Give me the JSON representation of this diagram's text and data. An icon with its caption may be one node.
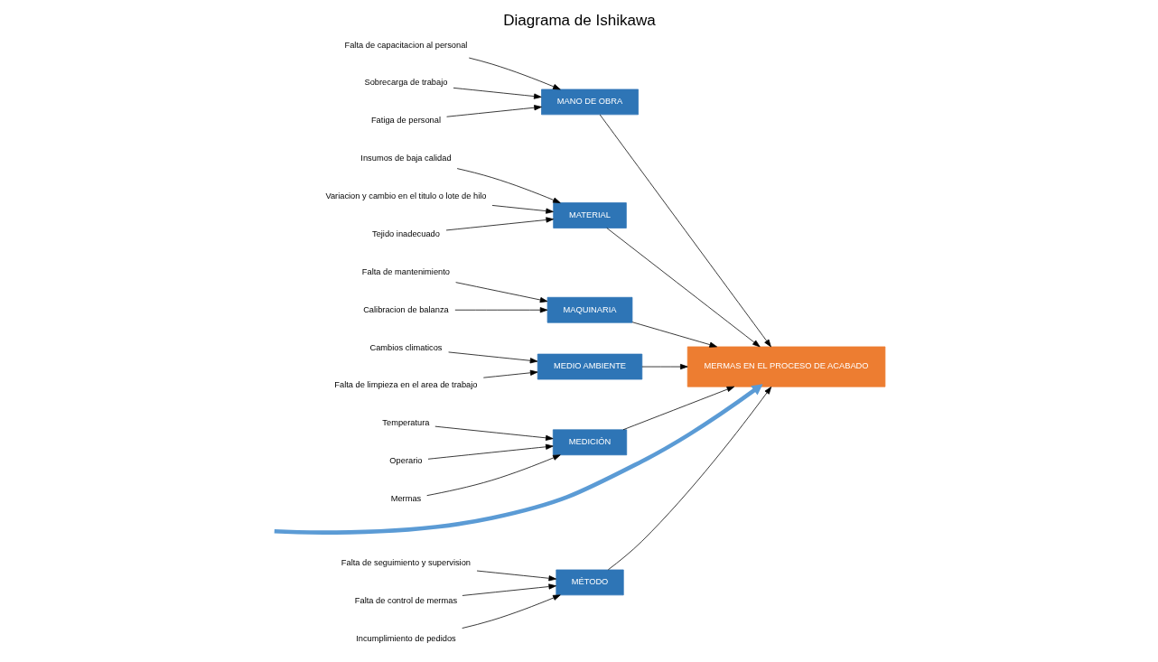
{
  "diagram": {
    "title": "Diagrama de Ishikawa",
    "nodes": [
      {
        "text": [
          "MÉTODO"
        ]
      },
      {
        "text": [
          "MANO DE OBRA"
        ]
      },
      {
        "text": [
          "MATERIAL"
        ]
      },
      {
        "text": [
          "Falta de seguimiento y supervision"
        ]
      },
      {
        "text": [
          "Falta de capacitacion al personal"
        ]
      },
      {
        "text": [
          "Insumos de baja calidad"
        ]
      },
      {
        "text": [
          "Falta de control de mermas"
        ]
      },
      {
        "text": [
          "Sobrecarga de trabajo"
        ]
      },
      {
        "text": [
          "Variacion y cambio en el titulo o lote de hilo"
        ]
      },
      {
        "text": [
          "Fatiga de personal"
        ]
      },
      {
        "text": [
          "Incumplimiento de pedidos"
        ]
      },
      {
        "text": [
          "Tejido inadecuado"
        ]
      },
      {
        "text": [
          "MERMAS EN EL PROCESO DE ACABADO"
        ]
      },
      {
        "text": [
          "Falta de mantenimiento"
        ]
      },
      {
        "text": [
          "Cambios climaticos"
        ]
      },
      {
        "text": [
          "Temperatura"
        ]
      },
      {
        "text": [
          "Operario"
        ]
      },
      {
        "text": [
          "Calibracion de balanza"
        ]
      },
      {
        "text": [
          "Falta de limpieza en el area de trabajo"
        ]
      },
      {
        "text": [
          "Mermas"
        ]
      },
      {
        "text": [
          "MAQUINARIA"
        ]
      },
      {
        "text": [
          "MEDIO AMBIENTE"
        ]
      },
      {
        "text": [
          "MEDICIÓN"
        ]
      }
    ],
    "edges": [
      {
        "from": 3,
        "to": 0,
        "arrow": "to"
      },
      {
        "from": 6,
        "to": 0,
        "arrow": "to"
      },
      {
        "from": 10,
        "to": 0,
        "arrow": "to"
      },
      {
        "from": 4,
        "to": 1,
        "arrow": "to"
      },
      {
        "from": 7,
        "to": 1,
        "arrow": "to"
      },
      {
        "from": 9,
        "to": 1,
        "arrow": "to"
      },
      {
        "from": 5,
        "to": 2,
        "arrow": "to"
      },
      {
        "from": 8,
        "to": 2,
        "arrow": "to"
      },
      {
        "from": 11,
        "to": 2,
        "arrow": "to"
      },
      {
        "from": 13,
        "to": 20,
        "arrow": "to"
      },
      {
        "from": 17,
        "to": 20,
        "arrow": "to"
      },
      {
        "from": 14,
        "to": 21,
        "arrow": "to"
      },
      {
        "from": 18,
        "to": 21,
        "arrow": "to"
      },
      {
        "from": 15,
        "to": 22,
        "arrow": "to"
      },
      {
        "from": 16,
        "to": 22,
        "arrow": "to"
      },
      {
        "from": 19,
        "to": 22,
        "arrow": "to"
      },
      {
        "from": 0,
        "to": 12,
        "arrow": "to"
      },
      {
        "from": 1,
        "to": 12,
        "arrow": "to"
      },
      {
        "from": 2,
        "to": 12,
        "arrow": "to"
      },
      {
        "from": 20,
        "to": 12,
        "arrow": "to"
      },
      {
        "from": 21,
        "to": 12,
        "arrow": "to"
      },
      {
        "from": 22,
        "to": 12,
        "arrow": "to"
      },
      {
        "from": null,
        "to": 12,
        "arrow": "to",
        "style": "thick",
        "color": "#5b9bd5"
      }
    ]
  }
}
